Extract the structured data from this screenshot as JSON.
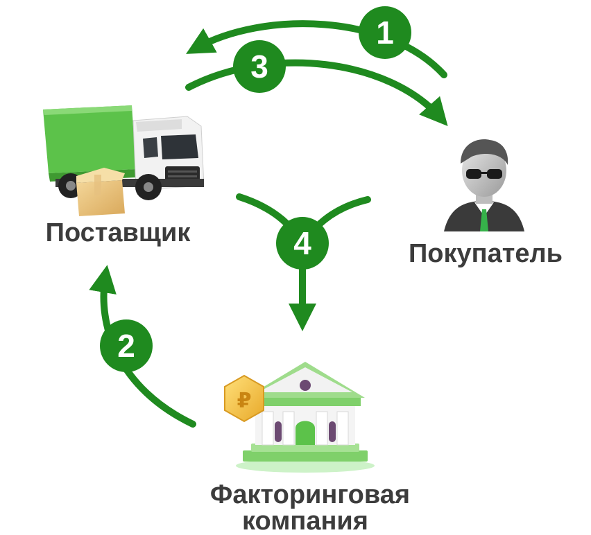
{
  "nodes": {
    "supplier": {
      "label": "Поставщик"
    },
    "buyer": {
      "label": "Покупатель"
    },
    "factoring": {
      "label_line1": "Факторинговая",
      "label_line2": "компания"
    }
  },
  "coin_symbol": "₽",
  "steps": [
    {
      "number": "1"
    },
    {
      "number": "2"
    },
    {
      "number": "3"
    },
    {
      "number": "4"
    }
  ],
  "colors": {
    "arrow": "#1f8a1f",
    "truck": "#5cc24a",
    "bank_roof": "#7fd06a",
    "coin": "#f5c542",
    "text": "#3c3c3c"
  }
}
